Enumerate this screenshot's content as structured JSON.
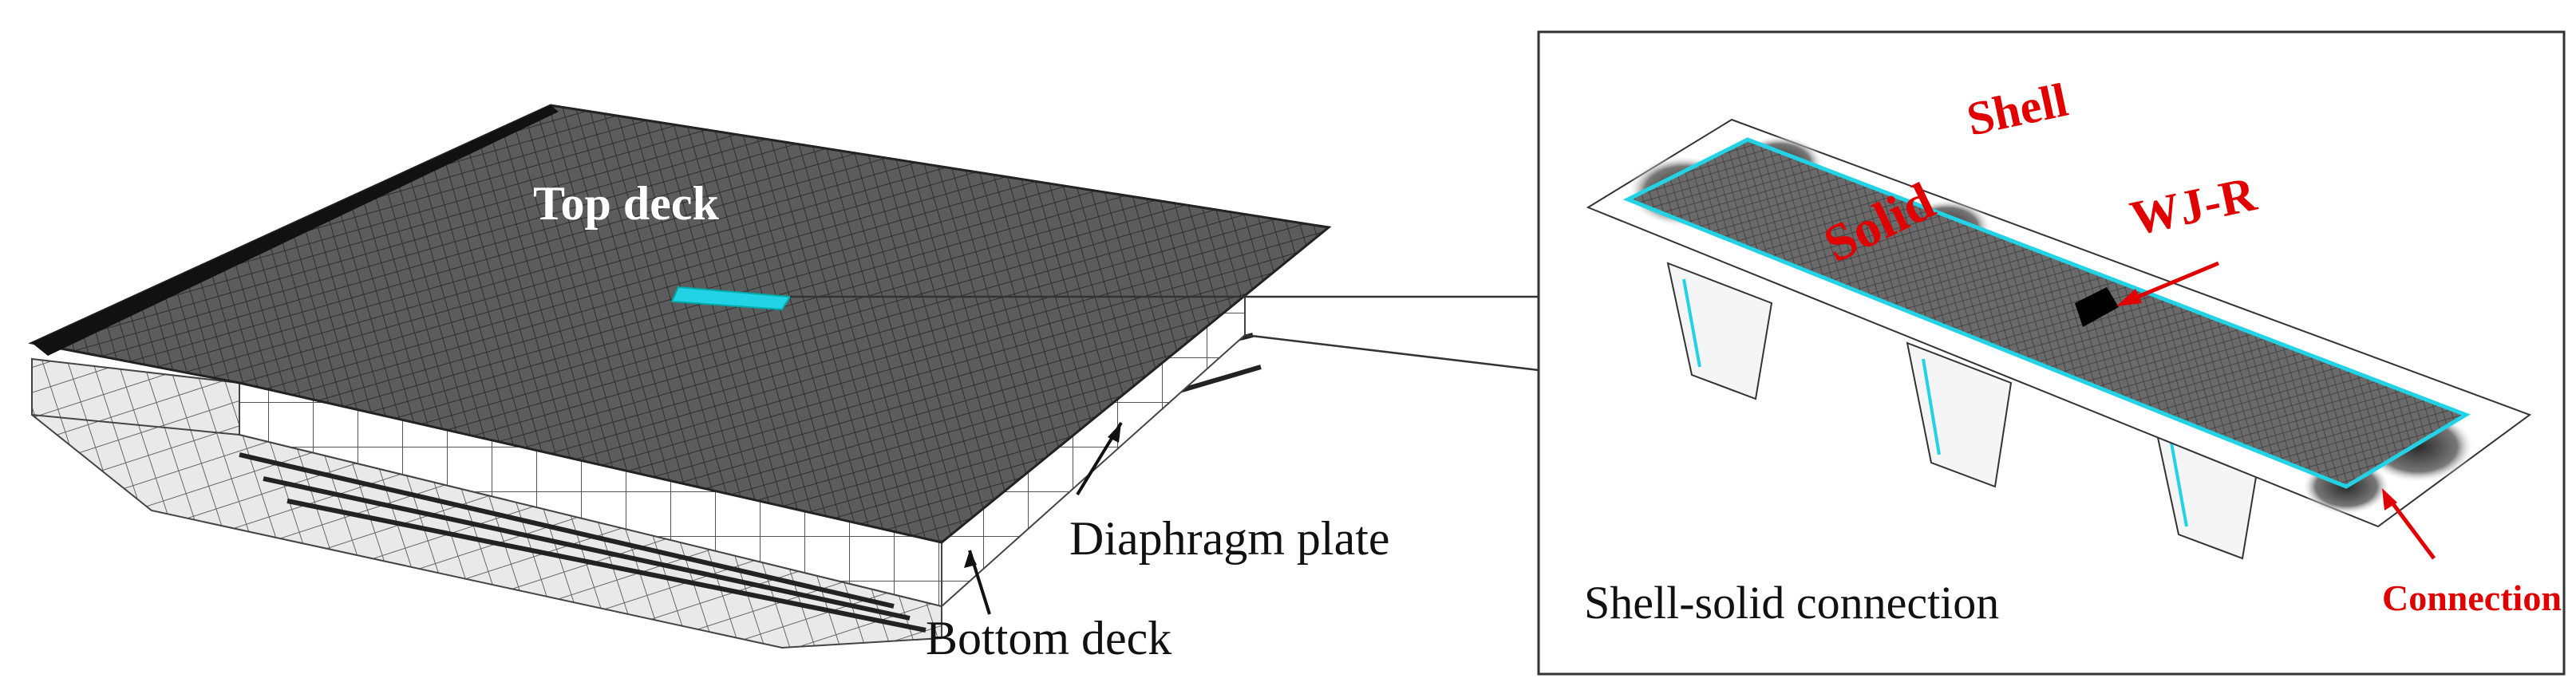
{
  "left_panel": {
    "labels": {
      "top_deck": "Top deck",
      "diaphragm_plate": "Diaphragm plate",
      "bottom_deck": "Bottom deck"
    }
  },
  "right_panel": {
    "labels": {
      "shell": "Shell",
      "solid": "Solid",
      "wj_r": "WJ-R",
      "connection": "Connection",
      "caption": "Shell-solid connection"
    }
  },
  "colors": {
    "mesh": "#4a4a4a",
    "deck_fill": "#5a5a5a",
    "highlight": "#22d3e6",
    "annotation": "#e00000",
    "frame": "#333333"
  }
}
